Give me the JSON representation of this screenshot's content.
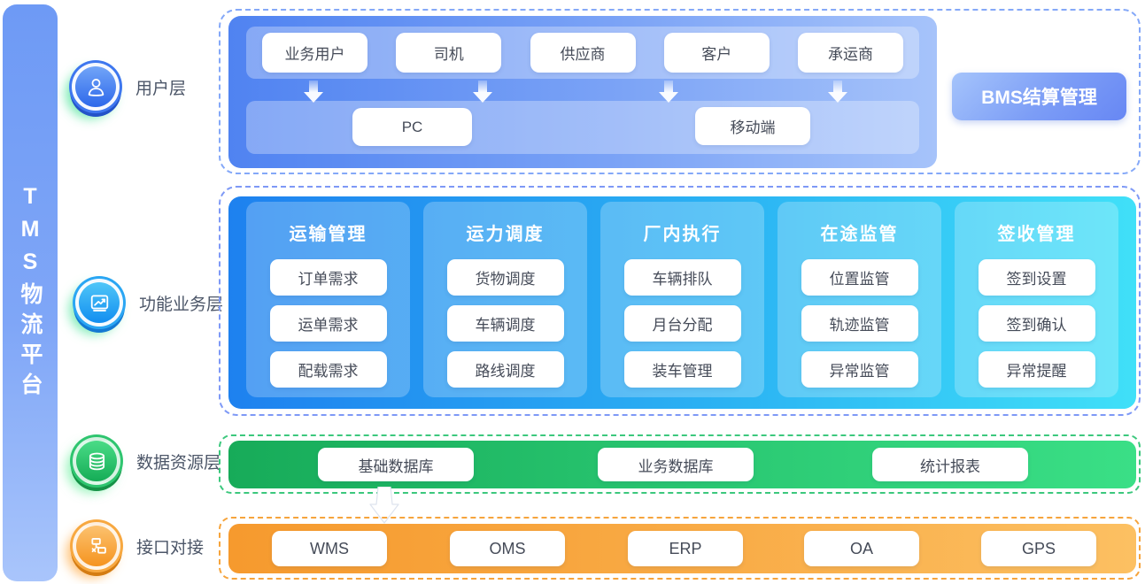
{
  "platform": {
    "title": "TMS物流平台"
  },
  "layers": {
    "user": {
      "label": "用户层"
    },
    "business": {
      "label": "功能业务层"
    },
    "data": {
      "label": "数据资源层"
    },
    "interface": {
      "label": "接口对接"
    }
  },
  "user_layer": {
    "roles": [
      "业务用户",
      "司机",
      "供应商",
      "客户",
      "承运商"
    ],
    "terminals": [
      "PC",
      "移动端"
    ]
  },
  "bms": {
    "label": "BMS结算管理"
  },
  "business_layer": {
    "columns": [
      {
        "title": "运输管理",
        "items": [
          "订单需求",
          "运单需求",
          "配载需求"
        ]
      },
      {
        "title": "运力调度",
        "items": [
          "货物调度",
          "车辆调度",
          "路线调度"
        ]
      },
      {
        "title": "厂内执行",
        "items": [
          "车辆排队",
          "月台分配",
          "装车管理"
        ]
      },
      {
        "title": "在途监管",
        "items": [
          "位置监管",
          "轨迹监管",
          "异常监管"
        ]
      },
      {
        "title": "签收管理",
        "items": [
          "签到设置",
          "签到确认",
          "异常提醒"
        ]
      }
    ]
  },
  "data_layer": {
    "items": [
      "基础数据库",
      "业务数据库",
      "统计报表"
    ]
  },
  "interface_layer": {
    "items": [
      "WMS",
      "OMS",
      "ERP",
      "OA",
      "GPS"
    ]
  },
  "icons": {
    "user": "user-icon",
    "business": "trend-chart-icon",
    "data": "database-icon",
    "interface": "network-nodes-icon"
  },
  "colors": {
    "banner_blue": "#6E9AF5",
    "user_panel_start": "#5083F1",
    "user_panel_end": "#A6C3FA",
    "business_panel_start": "#1E81EF",
    "business_panel_end": "#40E0F8",
    "data_panel_start": "#17AB59",
    "data_panel_end": "#3ADF86",
    "interface_panel_start": "#F69A2E",
    "interface_panel_end": "#FCC062",
    "chip_text": "#454B58"
  }
}
